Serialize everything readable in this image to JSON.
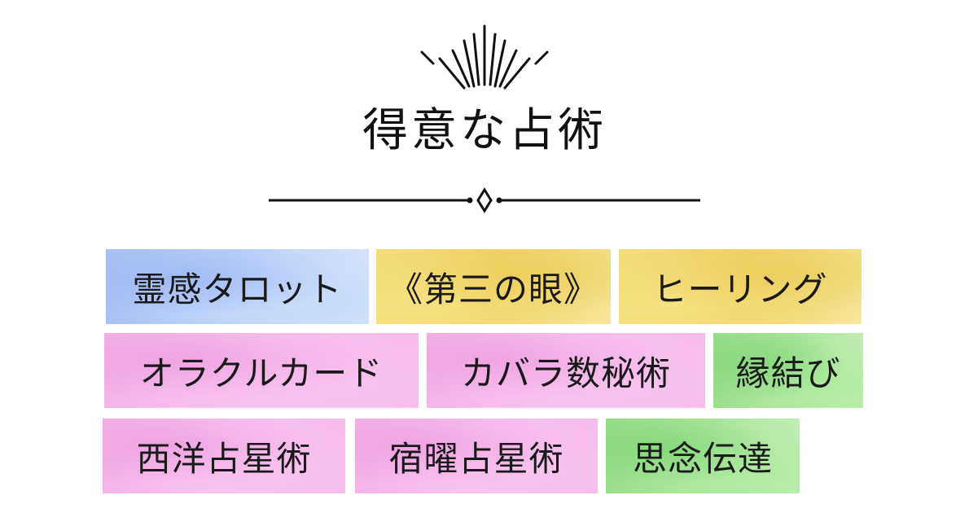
{
  "title": "得意な占術",
  "icons": {
    "burst": "sunburst-ornament-icon",
    "divider": "diamond-divider-icon"
  },
  "colors": {
    "title": "#111111",
    "text": "#1a1a1a",
    "blue": "#bcd0f8",
    "yellow": "#f1d368",
    "pink": "#f5baea",
    "green": "#acE69d"
  },
  "tags": {
    "row1": [
      "霊感タロット",
      "《第三の眼》",
      "ヒーリング"
    ],
    "row2": [
      "オラクルカード",
      "カバラ数秘術",
      "縁結び"
    ],
    "row3": [
      "西洋占星術",
      "宿曜占星術",
      "思念伝達"
    ]
  }
}
